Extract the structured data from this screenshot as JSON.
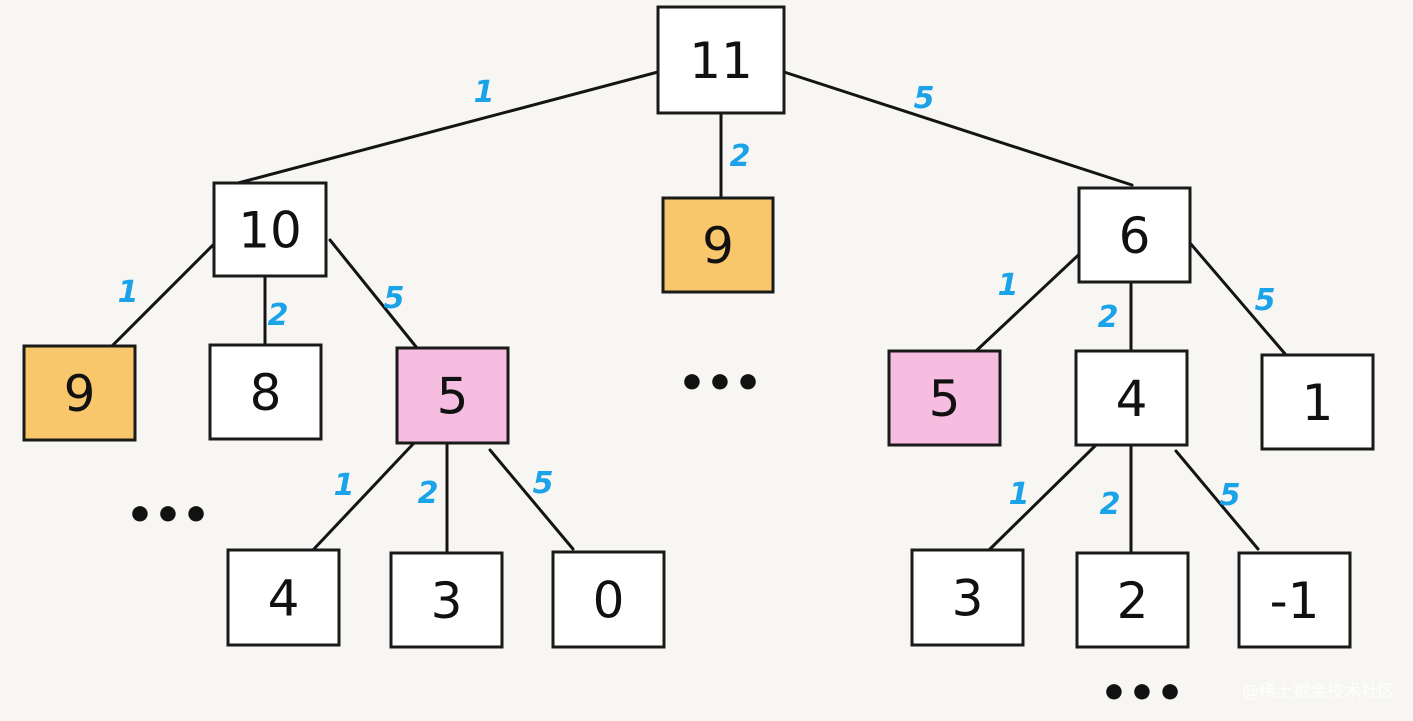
{
  "tree": {
    "nodes": [
      {
        "id": "n11",
        "label": "11"
      },
      {
        "id": "n10",
        "label": "10"
      },
      {
        "id": "n9mid",
        "label": "9",
        "fill": "#f8c66b"
      },
      {
        "id": "n6",
        "label": "6"
      },
      {
        "id": "n9left",
        "label": "9",
        "fill": "#f8c66b"
      },
      {
        "id": "n8",
        "label": "8"
      },
      {
        "id": "n5a",
        "label": "5",
        "fill": "#f6bde0"
      },
      {
        "id": "n5b",
        "label": "5",
        "fill": "#f6bde0"
      },
      {
        "id": "n4b",
        "label": "4"
      },
      {
        "id": "n1",
        "label": "1"
      },
      {
        "id": "n4a",
        "label": "4"
      },
      {
        "id": "n3a",
        "label": "3"
      },
      {
        "id": "n0",
        "label": "0"
      },
      {
        "id": "n3b",
        "label": "3"
      },
      {
        "id": "n2",
        "label": "2"
      },
      {
        "id": "nm1",
        "label": "-1"
      }
    ],
    "edges": [
      {
        "from": "n11",
        "to": "n10",
        "label": "1"
      },
      {
        "from": "n11",
        "to": "n9mid",
        "label": "2"
      },
      {
        "from": "n11",
        "to": "n6",
        "label": "5"
      },
      {
        "from": "n10",
        "to": "n9left",
        "label": "1"
      },
      {
        "from": "n10",
        "to": "n8",
        "label": "2"
      },
      {
        "from": "n10",
        "to": "n5a",
        "label": "5"
      },
      {
        "from": "n6",
        "to": "n5b",
        "label": "1"
      },
      {
        "from": "n6",
        "to": "n4b",
        "label": "2"
      },
      {
        "from": "n6",
        "to": "n1",
        "label": "5"
      },
      {
        "from": "n5a",
        "to": "n4a",
        "label": "1"
      },
      {
        "from": "n5a",
        "to": "n3a",
        "label": "2"
      },
      {
        "from": "n5a",
        "to": "n0",
        "label": "5",
        "color": "#8cc63f"
      },
      {
        "from": "n4b",
        "to": "n3b",
        "label": "1"
      },
      {
        "from": "n4b",
        "to": "n2",
        "label": "2"
      },
      {
        "from": "n4b",
        "to": "nm1",
        "label": "5",
        "color": "#e8525a"
      }
    ],
    "ellipsis": "•••",
    "edge_label_color": "#1aa3e8"
  },
  "watermark": "@稀土掘金技术社区"
}
